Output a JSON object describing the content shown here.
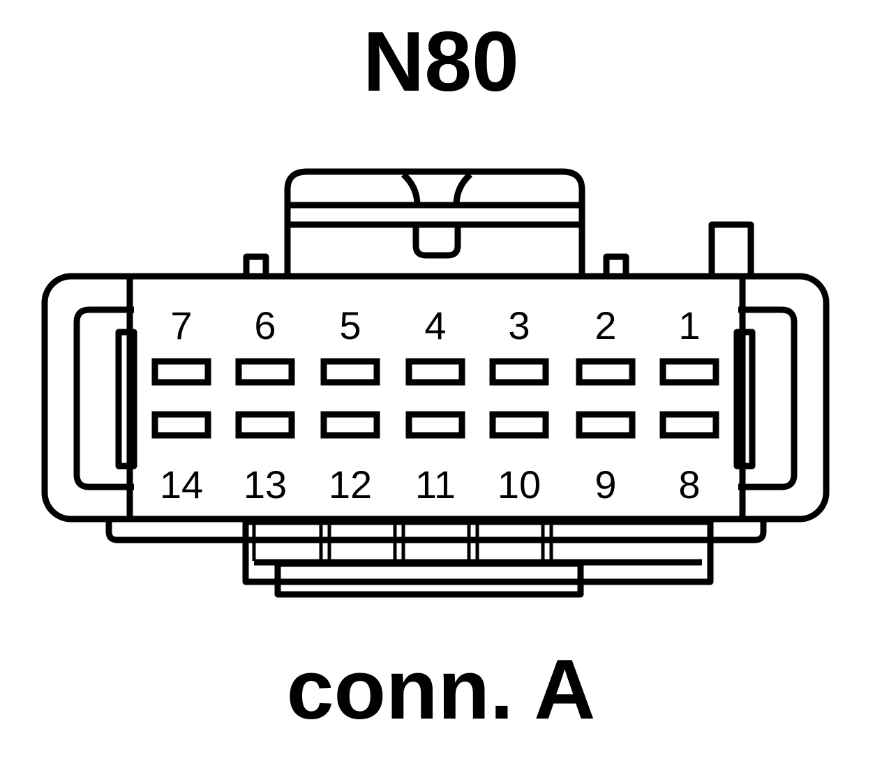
{
  "component": "N80",
  "connector": "conn. A",
  "pins_top_row": [
    "7",
    "6",
    "5",
    "4",
    "3",
    "2",
    "1"
  ],
  "pins_bottom_row": [
    "14",
    "13",
    "12",
    "11",
    "10",
    "9",
    "8"
  ],
  "colors": {
    "line": "#000000",
    "background": "#ffffff"
  }
}
